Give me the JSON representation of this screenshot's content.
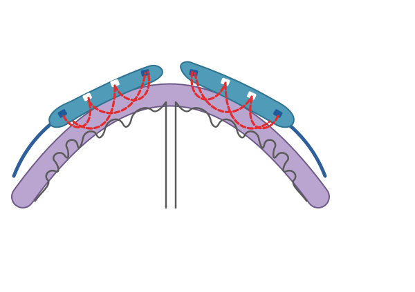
{
  "diagram": {
    "labels": [],
    "colors": {
      "background": "#ffffff",
      "bone_band_fill": "#b9a5cf",
      "bone_band_stroke": "#6e5a86",
      "pad_fill": "#4f9bb8",
      "pad_stroke": "#2f7392",
      "outer_membrane": "#2e5f9a",
      "brain_outline": "#5a5a5a",
      "suture": "#e52b2b",
      "anchor_dark": "#1f5a9a",
      "anchor_light": "#ffffff"
    },
    "parts": {
      "left_pad_anchors": 4,
      "right_pad_anchors": 4,
      "left_pad_dark_anchors": 2,
      "right_pad_dark_anchors": 2
    }
  }
}
